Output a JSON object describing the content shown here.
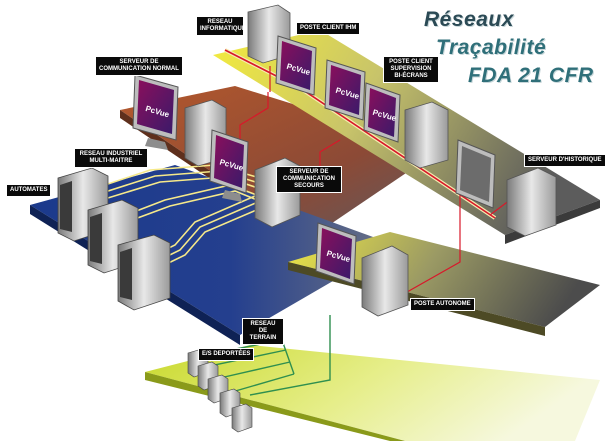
{
  "title": {
    "line1": "Réseaux",
    "line2": "Traçabilité",
    "line3": "FDA 21 CFR"
  },
  "software_logo": "PcVue",
  "labels": {
    "reseau_informatique": "RESEAU INFORMATIQUE",
    "poste_client_ihm": "POSTE CLIENT IHM",
    "serveur_comm_normal": "SERVEUR DE COMMUNICATION NORMAL",
    "poste_client_supervision": "POSTE CLIENT SUPERVISION BI-ÉCRANS",
    "reseau_industriel": "RESEAU INDUSTRIEL MULTI-MAITRE",
    "automates": "AUTOMATES",
    "serveur_comm_secours": "SERVEUR DE COMMUNICATION SECOURS",
    "serveur_historique": "SERVEUR D'HISTORIQUE",
    "poste_autonome": "POSTE AUTONOME",
    "reseau_terrain": "RESEAU DE TERRAIN",
    "es_deportees": "E/S DEPORTÉES"
  },
  "colors": {
    "platform_brown": "#a8552e",
    "platform_blue": "#1f3f8f",
    "platform_yellow": "#e8e23a",
    "platform_gray": "#4a4a4a",
    "platform_lime": "#cfdc2a",
    "network_red": "#d8182a",
    "network_yellow": "#f4e87a",
    "network_green": "#2f8f4f",
    "title_teal": "#2f6f79"
  }
}
